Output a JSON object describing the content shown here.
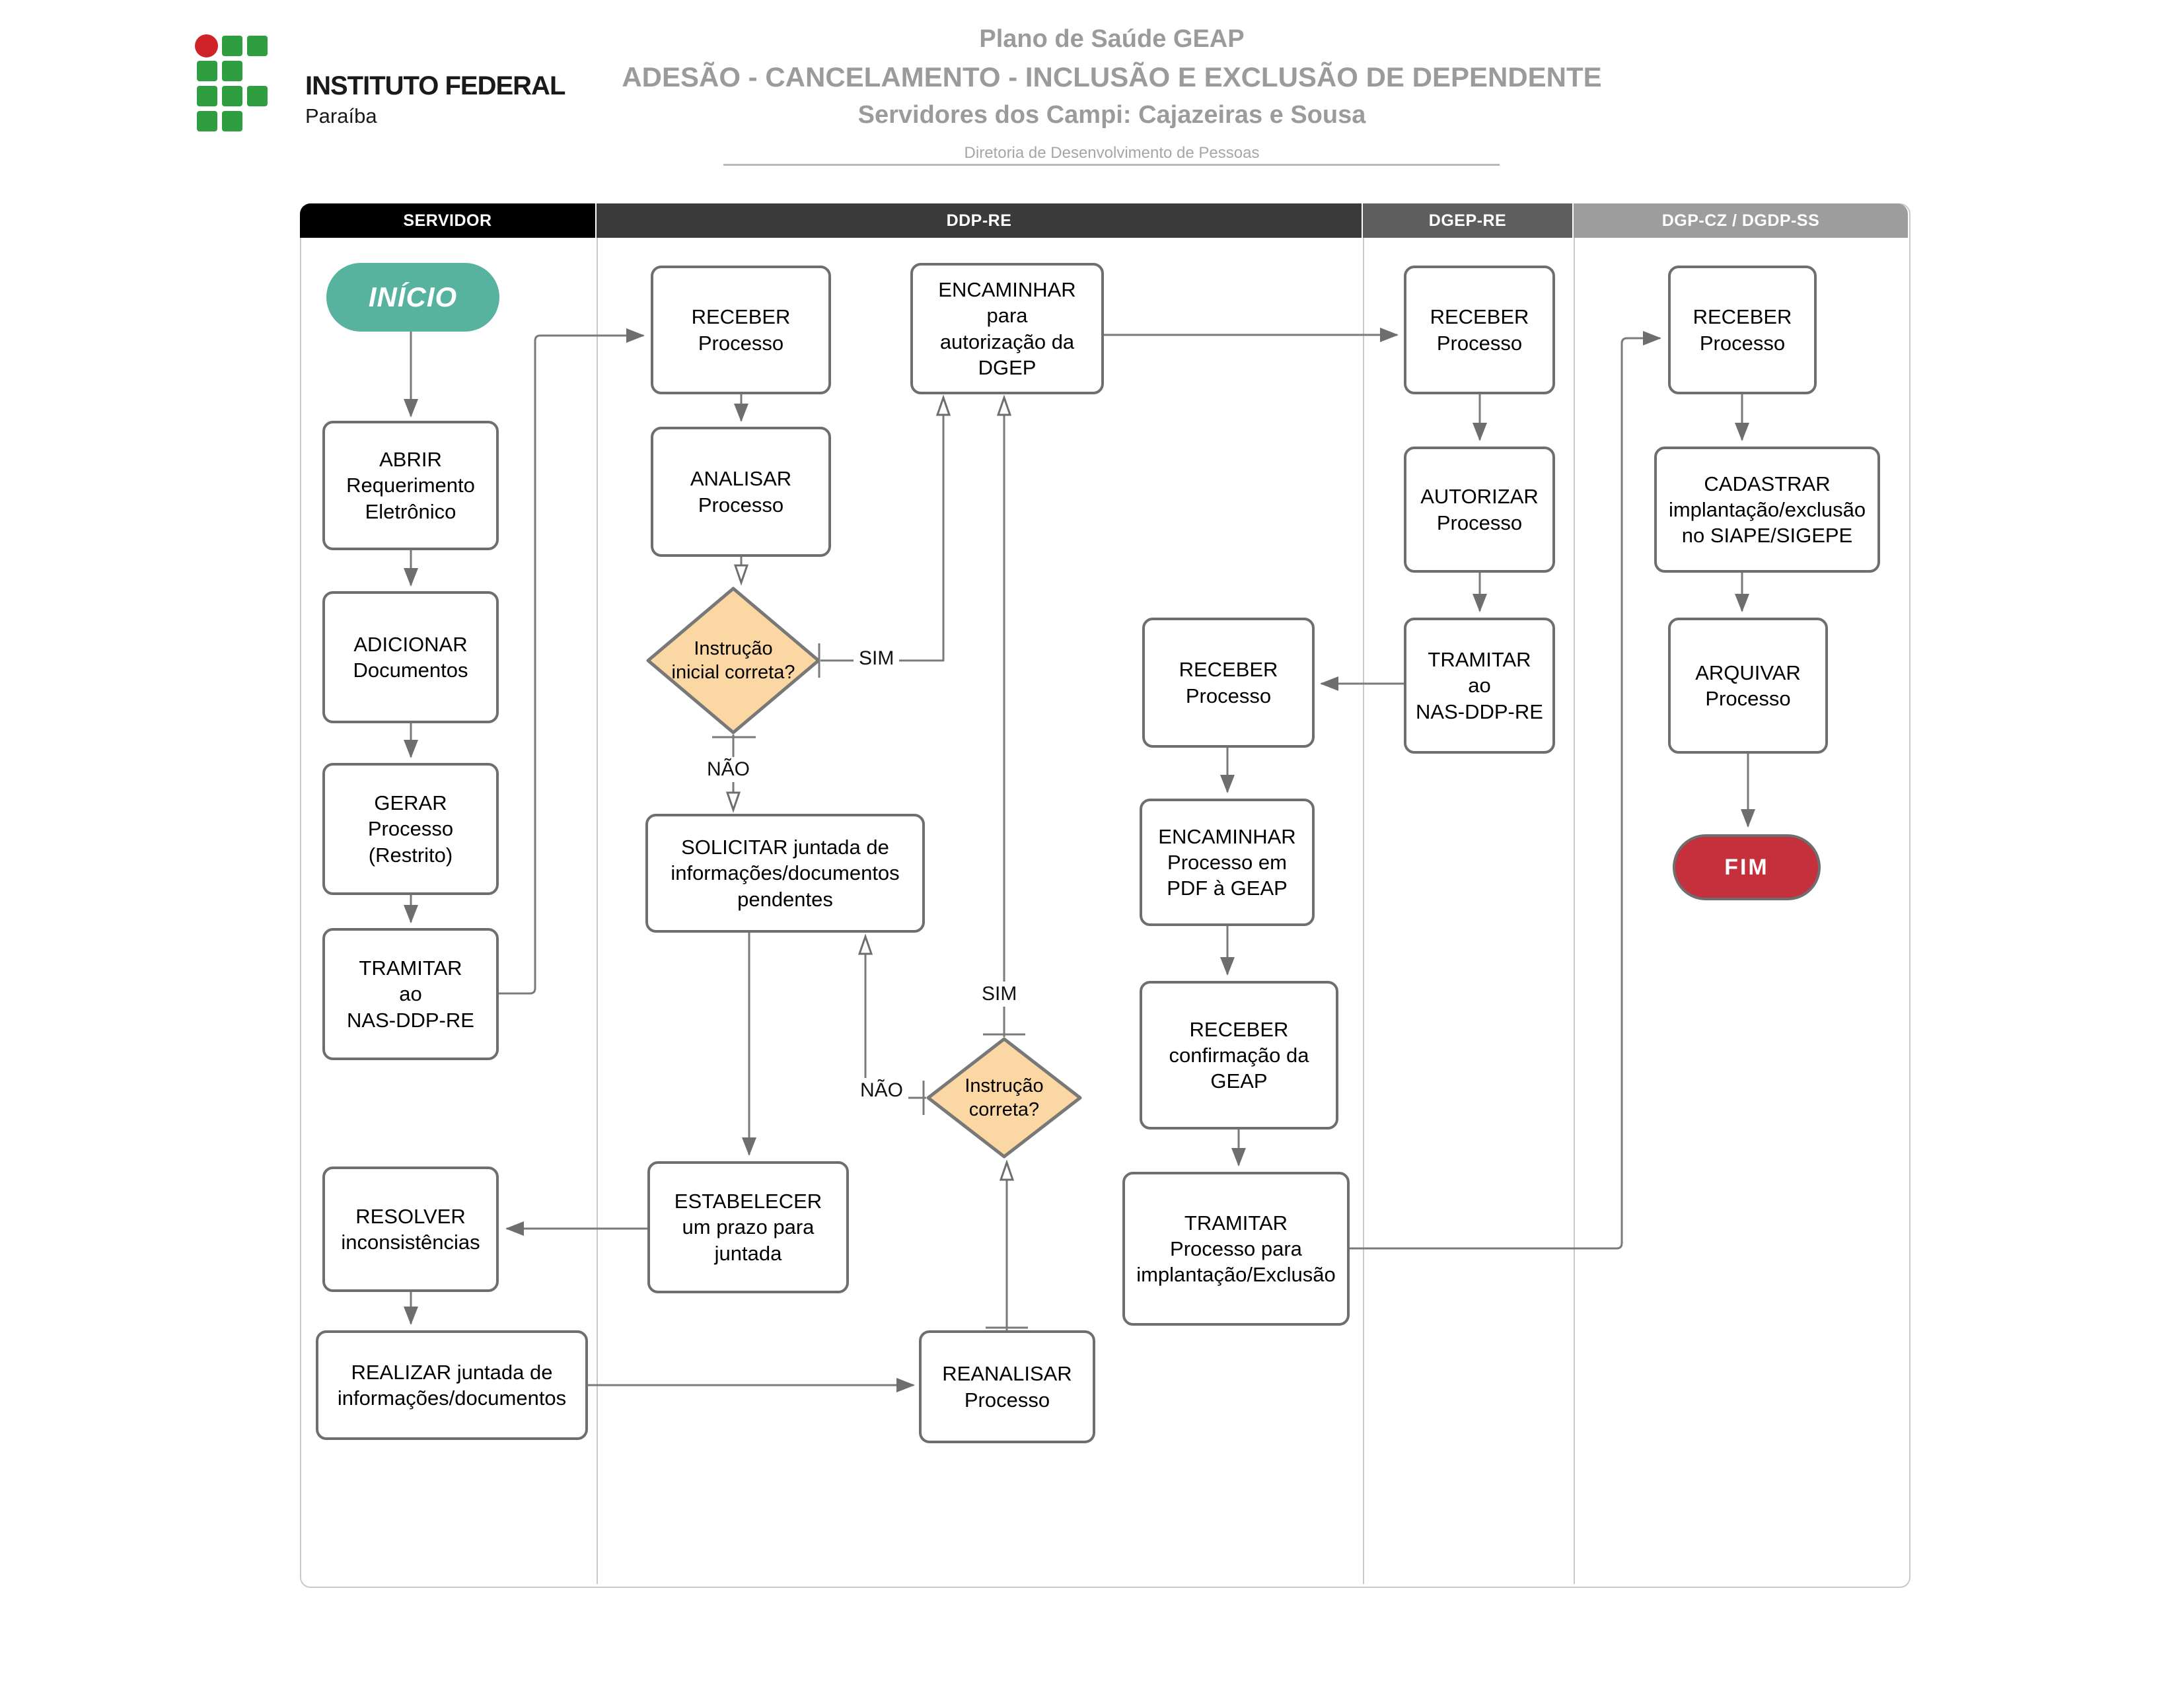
{
  "header": {
    "logo": {
      "line1": "INSTITUTO FEDERAL",
      "line2": "Paraíba",
      "green": "#2f9e41",
      "red": "#cf2328"
    },
    "title1": "Plano de Saúde GEAP",
    "title2": "ADESÃO - CANCELAMENTO - INCLUSÃO E EXCLUSÃO DE DEPENDENTE",
    "title3": "Servidores dos Campi: Cajazeiras e Sousa",
    "subtitle": "Diretoria de Desenvolvimento de Pessoas"
  },
  "lanes": [
    {
      "label": "SERVIDOR",
      "color": "#000000"
    },
    {
      "label": "DDP-RE",
      "color": "#3a3a3a"
    },
    {
      "label": "DGEP-RE",
      "color": "#5e5e5e"
    },
    {
      "label": "DGP-CZ / DGDP-SS",
      "color": "#9d9d9d"
    }
  ],
  "nodes": {
    "inicio": {
      "label": "INÍCIO",
      "type": "start",
      "color": "#57b2a0"
    },
    "abrir": {
      "label": "ABRIR\nRequerimento\nEletrônico"
    },
    "adicionar": {
      "label": "ADICIONAR\nDocumentos"
    },
    "gerar": {
      "label": "GERAR\nProcesso\n(Restrito)"
    },
    "tramitar_nas_servidor": {
      "label": "TRAMITAR\nao\nNAS-DDP-RE"
    },
    "resolver": {
      "label": "RESOLVER\ninconsistências"
    },
    "realizar": {
      "label": "REALIZAR  juntada de\ninformações/documentos"
    },
    "receber_ddp": {
      "label": "RECEBER\nProcesso"
    },
    "analisar": {
      "label": "ANALISAR\nProcesso"
    },
    "instrucao_inicial": {
      "label": "Instrução\ninicial correta?",
      "type": "decision",
      "color": "#fbd7a4"
    },
    "solicitar": {
      "label": "SOLICITAR juntada de\ninformações/documentos\npendentes"
    },
    "estabelecer": {
      "label": "ESTABELECER\num prazo para\njuntada"
    },
    "reanalisar": {
      "label": "REANALISAR\nProcesso"
    },
    "instrucao_correta": {
      "label": "Instrução\ncorreta?",
      "type": "decision",
      "color": "#fbd7a4"
    },
    "encaminhar_dgep": {
      "label": "ENCAMINHAR\npara\nautorização da\nDGEP"
    },
    "receber_nas": {
      "label": "RECEBER\nProcesso"
    },
    "encaminhar_pdf": {
      "label": "ENCAMINHAR\nProcesso em\nPDF à GEAP"
    },
    "receber_confirmacao": {
      "label": "RECEBER\nconfirmação da\nGEAP"
    },
    "tramitar_implantacao": {
      "label": "TRAMITAR\nProcesso para\nimplantação/Exclusão"
    },
    "receber_dgep": {
      "label": "RECEBER\nProcesso"
    },
    "autorizar": {
      "label": "AUTORIZAR\nProcesso"
    },
    "tramitar_nas_dgep": {
      "label": "TRAMITAR\nao\nNAS-DDP-RE"
    },
    "receber_dgp": {
      "label": "RECEBER\nProcesso"
    },
    "cadastrar": {
      "label": "CADASTRAR\nimplantação/exclusão\nno SIAPE/SIGEPE"
    },
    "arquivar": {
      "label": "ARQUIVAR\nProcesso"
    },
    "fim": {
      "label": "FIM",
      "type": "end",
      "color": "#c5303d"
    }
  },
  "edge_labels": {
    "sim": "SIM",
    "nao": "NÃO"
  }
}
